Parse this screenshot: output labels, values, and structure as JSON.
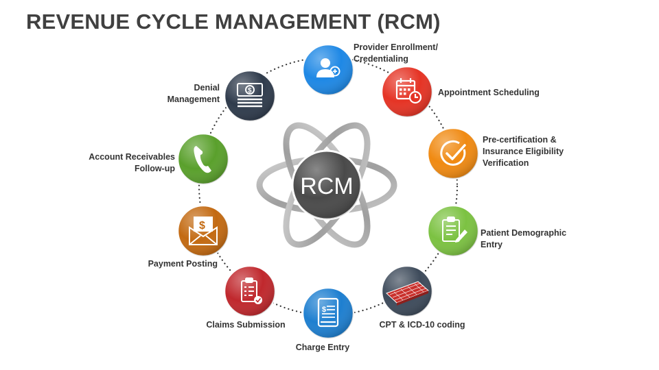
{
  "title": "REVENUE CYCLE MANAGEMENT (RCM)",
  "center": {
    "label": "RCM",
    "color": "#4a4a4a"
  },
  "steps": [
    {
      "id": "provider-enrollment",
      "lines": [
        "Provider Enrollment/",
        "Credentialing"
      ],
      "color": "#1e88e5",
      "icon": "person-add-icon"
    },
    {
      "id": "appointment-scheduling",
      "lines": [
        "Appointment Scheduling"
      ],
      "color": "#e53425",
      "icon": "calendar-clock-icon"
    },
    {
      "id": "pre-certification",
      "lines": [
        "Pre-certification &",
        "Insurance Eligibility",
        "Verification"
      ],
      "color": "#f08a12",
      "icon": "check-circle-icon"
    },
    {
      "id": "patient-demographic-entry",
      "lines": [
        "Patient Demographic",
        "Entry"
      ],
      "color": "#7cc242",
      "icon": "clipboard-pen-icon"
    },
    {
      "id": "cpt-icd10-coding",
      "lines": [
        "CPT & ICD-10 coding"
      ],
      "color": "#3e4b5b",
      "icon": "keyboard-icon"
    },
    {
      "id": "charge-entry",
      "lines": [
        "Charge Entry"
      ],
      "color": "#1e7fd0",
      "icon": "tablet-invoice-icon"
    },
    {
      "id": "claims-submission",
      "lines": [
        "Claims Submission"
      ],
      "color": "#c0282d",
      "icon": "clipboard-check-icon"
    },
    {
      "id": "payment-posting",
      "lines": [
        "Payment Posting"
      ],
      "color": "#c36a12",
      "icon": "envelope-dollar-icon"
    },
    {
      "id": "account-receivables",
      "lines": [
        "Account Receivables",
        "Follow-up"
      ],
      "color": "#5aa02c",
      "icon": "phone-icon"
    },
    {
      "id": "denial-management",
      "lines": [
        "Denial",
        "Management"
      ],
      "color": "#2f3b4c",
      "icon": "money-stack-icon"
    }
  ]
}
